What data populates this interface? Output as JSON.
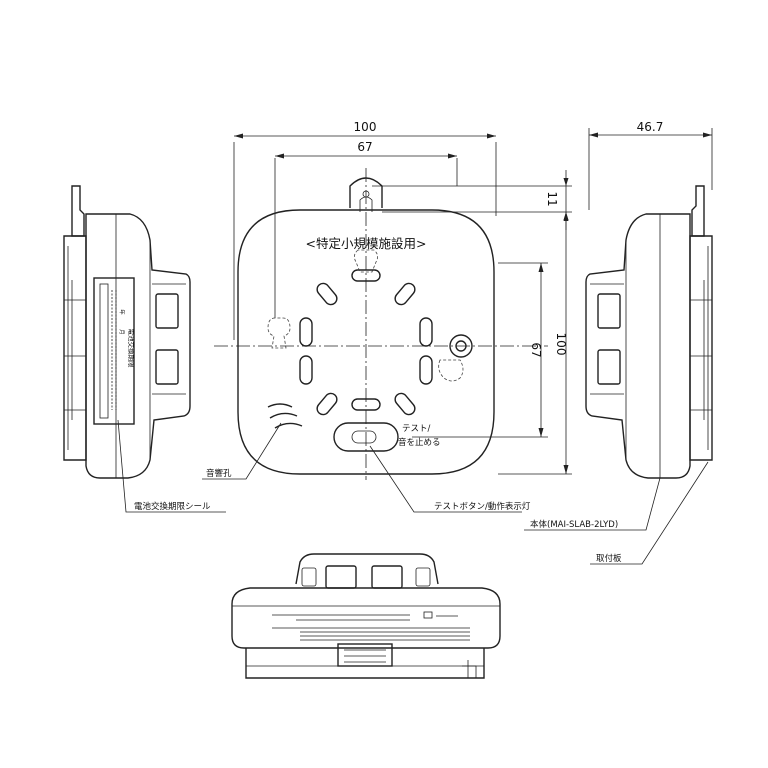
{
  "dimensions": {
    "width_total": "100",
    "hole_pitch": "67",
    "depth": "46.7",
    "bracket_offset": "11",
    "vertical_hole_pitch": "67",
    "height_total": "100"
  },
  "front_text": {
    "title": "<特定小規模施設用>",
    "button_line1": "テスト/",
    "button_line2": "音を止める"
  },
  "callouts": {
    "sound_hole": "音響孔",
    "test_button": "テストボタン/動作表示灯",
    "battery_seal": "電池交換期限シール",
    "body": "本体(MAI-SLAB-2LYD)",
    "mounting_plate": "取付板"
  },
  "seal_text": {
    "col1": "電池交換期限",
    "col2": "年",
    "col3": "月"
  }
}
